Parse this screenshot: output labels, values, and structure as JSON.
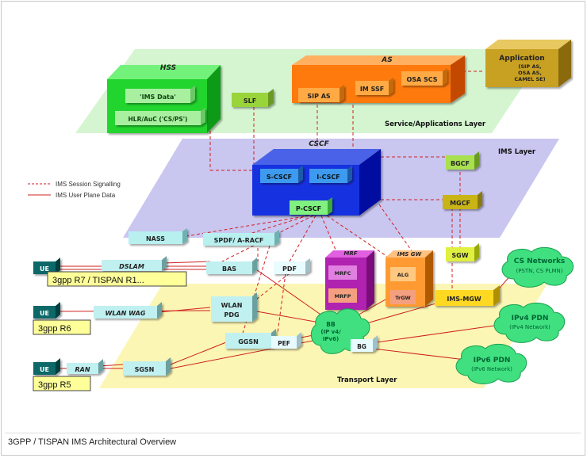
{
  "layers": {
    "service": "Service/Applications Layer",
    "ims": "IMS Layer",
    "transport": "Transport Layer"
  },
  "legend": {
    "signalling": "IMS Session Signalling",
    "userplane": "IMS User Plane Data"
  },
  "nodes": {
    "hss": "HSS",
    "ims_data": "'IMS Data'",
    "hlr": "HLR/AuC ('CS/PS')",
    "slf": "SLF",
    "as": "AS",
    "sip_as": "SIP AS",
    "im_ssf": "IM SSF",
    "osa_scs": "OSA SCS",
    "application": "Application",
    "application_sub1": "(SIP AS,",
    "application_sub2": "OSA AS,",
    "application_sub3": "CAMEL SE)",
    "cscf": "CSCF",
    "s_cscf": "S-CSCF",
    "i_cscf": "I-CSCF",
    "p_cscf": "P-CSCF",
    "bgcf": "BGCF",
    "mgcf": "MGCF",
    "nass": "NASS",
    "spdf": "SPDF/ A-RACF",
    "mrf": "MRF",
    "mrfc": "MRFC",
    "mrfp": "MRFP",
    "ims_gw": "IMS GW",
    "alg": "ALG",
    "trgw": "TrGW",
    "sgw": "SGW",
    "ims_mgw": "IMS-MGW",
    "dslam": "DSLAM",
    "bas": "BAS",
    "pdf": "PDF",
    "ue": "UE",
    "wlan_wag": "WLAN WAG",
    "wlan_pdg_1": "WLAN",
    "wlan_pdg_2": "PDG",
    "ggsn": "GGSN",
    "pef": "PEF",
    "bb_1": "BB",
    "bb_2": "(IP v4/",
    "bb_3": "IPv6)",
    "bg": "BG",
    "ran": "RAN",
    "sgsn": "SGSN"
  },
  "releases": {
    "r7": "3gpp R7 /  TISPAN R1...",
    "r6": "3gpp R6",
    "r5": "3gpp R5"
  },
  "clouds": {
    "cs_title": "CS Networks",
    "cs_sub": "(PSTN, CS PLMN)",
    "ipv4_title": "IPv4 PDN",
    "ipv4_sub": "(IPv4 Network)",
    "ipv6_title": "IPv6 PDN",
    "ipv6_sub": "(IPv6 Network)"
  },
  "caption": "3GPP / TISPAN IMS Architectural Overview"
}
